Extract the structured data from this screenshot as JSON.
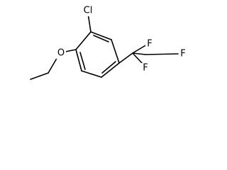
{
  "molecule": {
    "atoms": {
      "chlorine": "Cl",
      "oxygen": "O",
      "fluorine_top": "F",
      "fluorine_right": "F",
      "fluorine_bottom": "F"
    },
    "bond_color": "#000000",
    "label_color": "#000000",
    "background": "#ffffff"
  }
}
